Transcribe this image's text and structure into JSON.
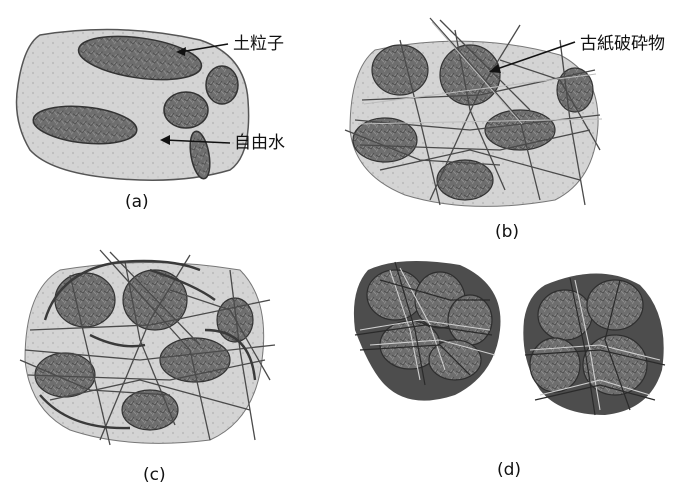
{
  "panels": {
    "a": {
      "caption": "(a)",
      "labels": {
        "soil_particle": "土粒子",
        "free_water": "自由水"
      }
    },
    "b": {
      "caption": "(b)",
      "labels": {
        "paper_debris": "古紙破砕物"
      }
    },
    "c": {
      "caption": "(c)"
    },
    "d": {
      "caption": "(d)"
    }
  },
  "colors": {
    "water_fill": "#d2d2d2",
    "water_edge": "#555555",
    "particle_fill": "#6e6e6e",
    "particle_dark": "#3a3a3a",
    "fiber": "#4a4a4a",
    "fiber_light": "#bdbdbd",
    "coating": "#4d4d4d"
  }
}
